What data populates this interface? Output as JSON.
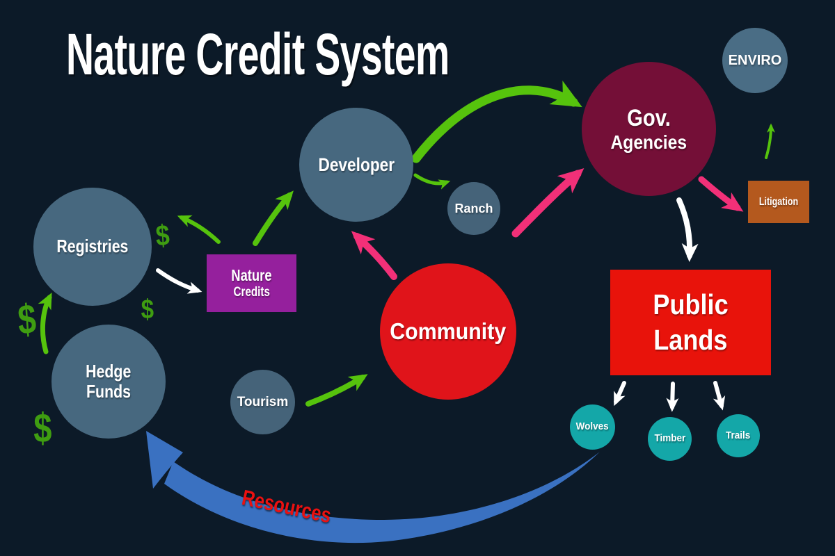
{
  "title": "Nature Credit System",
  "symbols": {
    "dollar": "$"
  },
  "annotations": {
    "resources": "Resources"
  },
  "colors": {
    "background": "#0c1a28",
    "node_steel_blue": "#47687f",
    "community_red": "#e0141a",
    "public_lands_red": "#e8130b",
    "gov_maroon": "#740f37",
    "nature_credits_purple": "#95209d",
    "litigation_orange": "#b4591e",
    "resource_teal": "#14a7a8",
    "arrow_green": "#56c30d",
    "arrow_pink": "#f23078",
    "arrow_white": "#ffffff",
    "arrow_blue": "#3a71c1",
    "dollar_green": "#3f9d11",
    "resources_text_red": "#ea1111"
  },
  "nodes": {
    "registries": {
      "label": "Registries"
    },
    "hedge_funds": {
      "line1": "Hedge",
      "line2": "Funds"
    },
    "developer": {
      "label": "Developer"
    },
    "ranch": {
      "label": "Ranch"
    },
    "tourism": {
      "label": "Tourism"
    },
    "community": {
      "label": "Community"
    },
    "gov_agencies": {
      "line1": "Gov.",
      "line2": "Agencies"
    },
    "enviro": {
      "label": "ENVIRO"
    },
    "nature_credits": {
      "line1": "Nature",
      "line2": "Credits"
    },
    "public_lands": {
      "line1": "Public",
      "line2": "Lands"
    },
    "litigation": {
      "label": "Litigation"
    },
    "wolves": {
      "label": "Wolves"
    },
    "timber": {
      "label": "Timber"
    },
    "trails": {
      "label": "Trails"
    }
  },
  "arrows": [
    {
      "name": "developer-to-gov-agencies",
      "color": "green"
    },
    {
      "name": "developer-to-ranch",
      "color": "green"
    },
    {
      "name": "ranch-to-gov-agencies",
      "color": "pink"
    },
    {
      "name": "community-to-developer",
      "color": "pink"
    },
    {
      "name": "gov-agencies-to-litigation",
      "color": "pink"
    },
    {
      "name": "litigation-to-enviro",
      "color": "green"
    },
    {
      "name": "gov-agencies-to-public-lands",
      "color": "white"
    },
    {
      "name": "public-lands-to-wolves",
      "color": "white"
    },
    {
      "name": "public-lands-to-timber",
      "color": "white"
    },
    {
      "name": "public-lands-to-trails",
      "color": "white"
    },
    {
      "name": "registries-to-nature-credits",
      "color": "white"
    },
    {
      "name": "nature-credits-to-dollar",
      "color": "green"
    },
    {
      "name": "nature-credits-to-developer",
      "color": "green"
    },
    {
      "name": "tourism-to-community",
      "color": "green"
    },
    {
      "name": "hedge-funds-upward",
      "color": "green"
    },
    {
      "name": "resources-to-hedge-funds",
      "color": "blue",
      "label": "Resources"
    }
  ]
}
